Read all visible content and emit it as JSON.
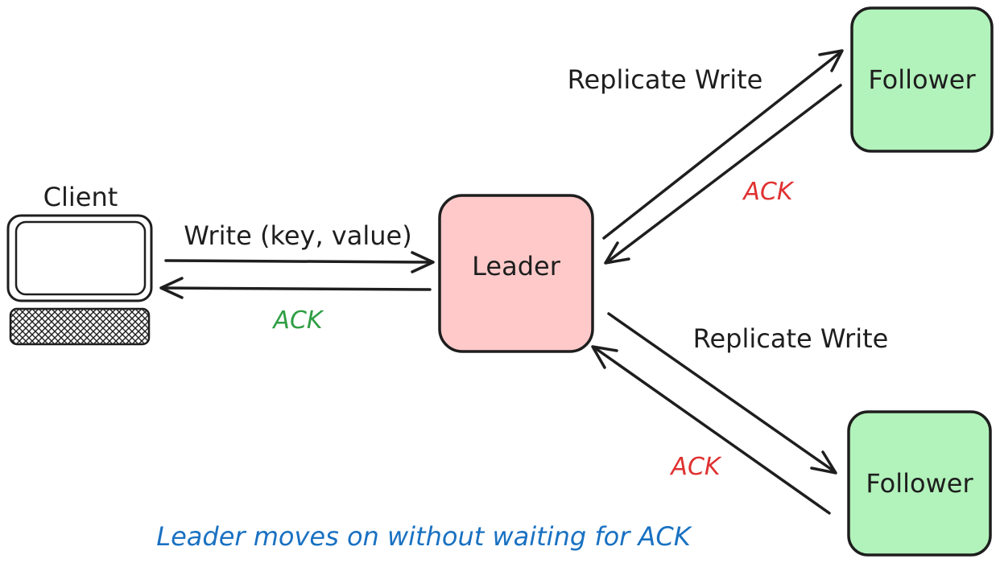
{
  "client": {
    "label": "Client"
  },
  "leader": {
    "label": "Leader",
    "fill": "#ffc9c9"
  },
  "followers": [
    {
      "label": "Follower",
      "fill": "#b2f2bb"
    },
    {
      "label": "Follower",
      "fill": "#b2f2bb"
    }
  ],
  "edges": {
    "client_write": "Write (key, value)",
    "client_ack": "ACK",
    "replicate_top": "Replicate Write",
    "ack_top": "ACK",
    "replicate_bottom": "Replicate Write",
    "ack_bottom": "ACK"
  },
  "caption": "Leader moves on without waiting for ACK",
  "colors": {
    "stroke": "#1e1e1e",
    "ack_green": "#2f9e44",
    "ack_red": "#e03131",
    "caption_blue": "#1971c2"
  }
}
